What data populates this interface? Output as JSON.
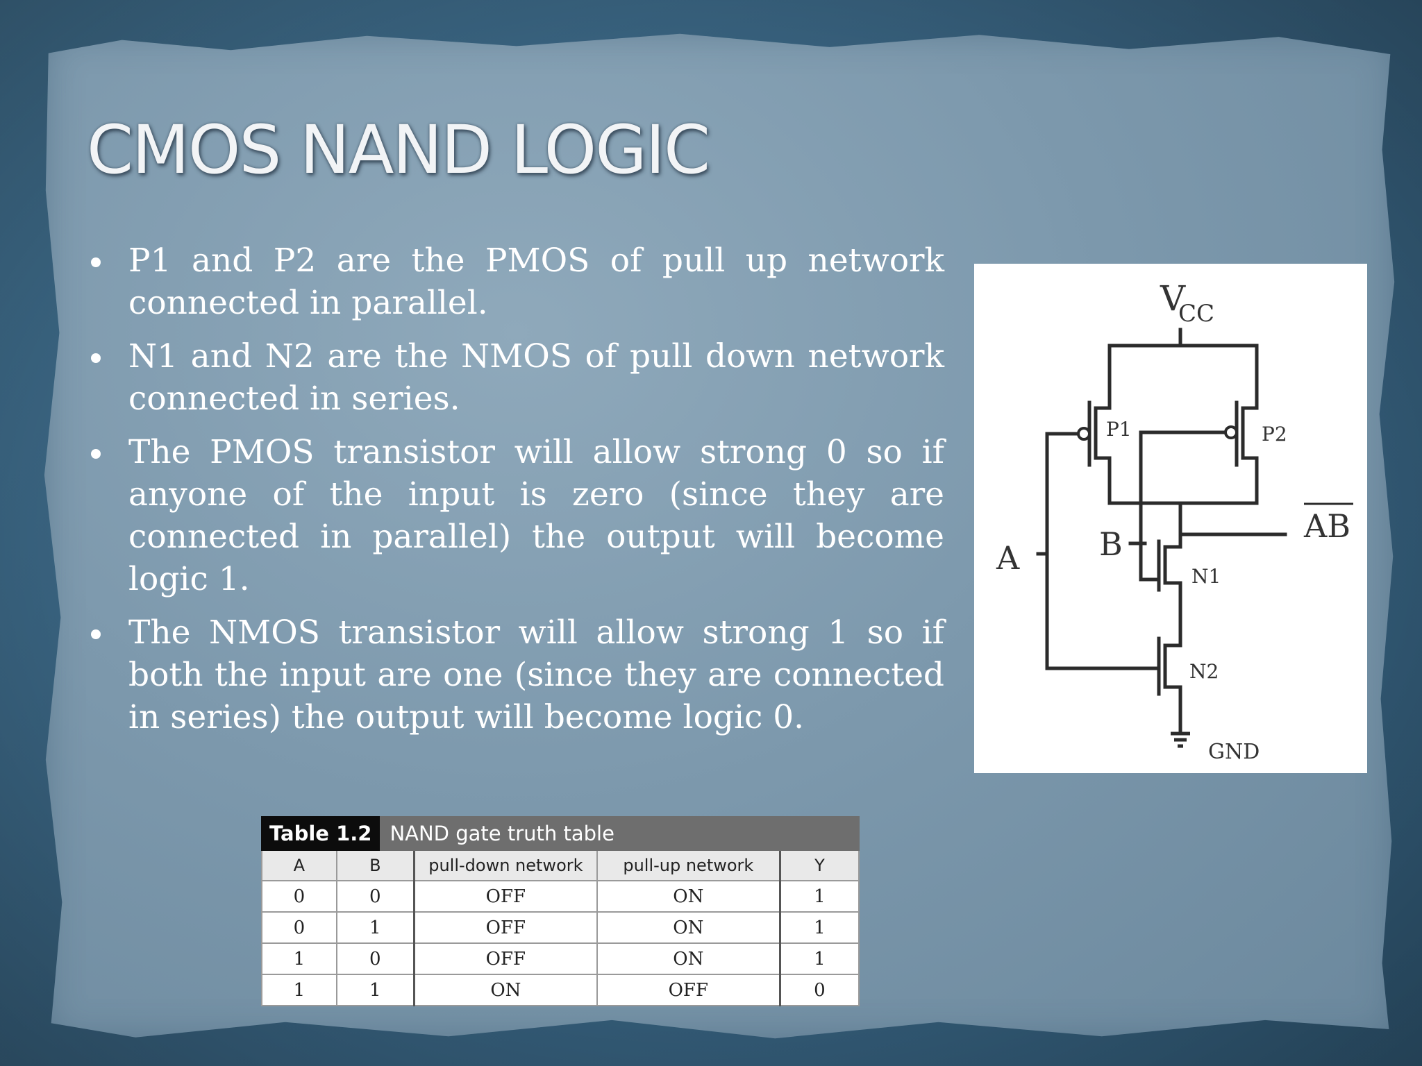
{
  "slide": {
    "title": "CMOS NAND LOGIC",
    "bullets": [
      "P1 and P2 are the PMOS of pull up network connected in parallel.",
      "N1 and N2 are the NMOS of pull down network connected in series.",
      "The PMOS transistor will allow strong 0 so if anyone of the input is zero (since they are connected in parallel) the output will become logic 1.",
      "The NMOS transistor will allow strong 1 so if both the input are one (since they are connected in series) the output will become logic 0."
    ]
  },
  "circuit": {
    "vcc_main": "V",
    "vcc_sub": "CC",
    "p1": "P1",
    "p2": "P2",
    "n1": "N1",
    "n2": "N2",
    "input_a": "A",
    "input_b": "B",
    "output": "AB",
    "gnd": "GND"
  },
  "truth_table": {
    "caption_label": "Table 1.2",
    "caption_title": "NAND gate truth table",
    "headers": [
      "A",
      "B",
      "pull-down network",
      "pull-up network",
      "Y"
    ],
    "rows": [
      [
        "0",
        "0",
        "OFF",
        "ON",
        "1"
      ],
      [
        "0",
        "1",
        "OFF",
        "ON",
        "1"
      ],
      [
        "1",
        "0",
        "OFF",
        "ON",
        "1"
      ],
      [
        "1",
        "1",
        "ON",
        "OFF",
        "0"
      ]
    ]
  }
}
